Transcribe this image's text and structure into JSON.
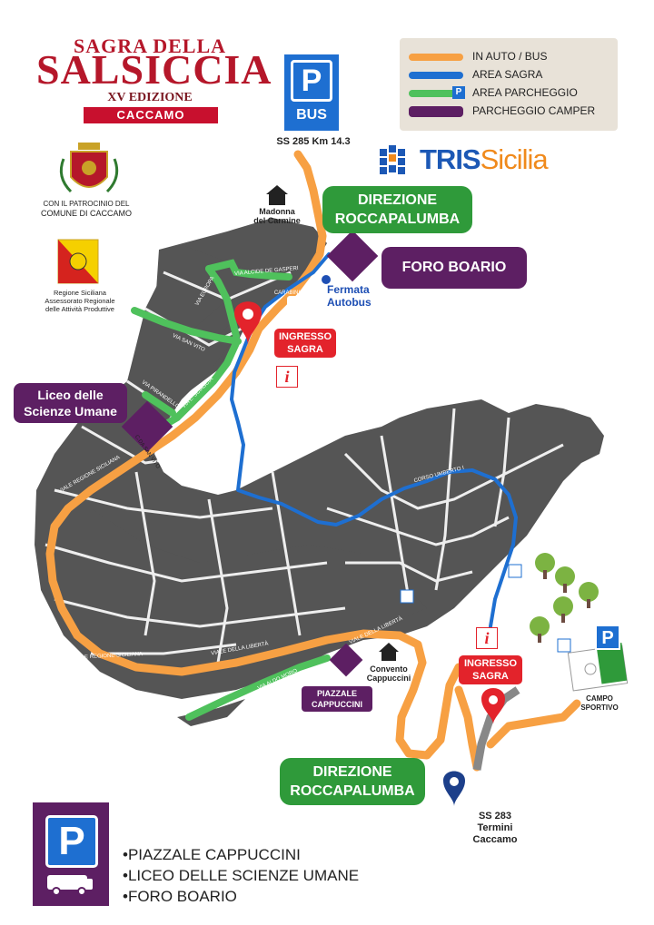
{
  "title": {
    "line1": "SAGRA DELLA",
    "line2": "SALSICCIA",
    "edition": "XV EDIZIONE",
    "town": "CACCAMO"
  },
  "bus_parking": {
    "p": "P",
    "label": "BUS",
    "road": "SS 285 Km 14.3"
  },
  "legend": {
    "items": [
      {
        "label": "IN AUTO / BUS",
        "color": "#f7a043"
      },
      {
        "label": "AREA SAGRA",
        "color": "#1e6fd1"
      },
      {
        "label": "AREA PARCHEGGIO",
        "color": "#4fc15c"
      },
      {
        "label": "PARCHEGGIO CAMPER",
        "color": "#5d1f63"
      }
    ]
  },
  "sponsor": {
    "part1": "TRIS",
    "part2": "Sicilia"
  },
  "patronage": {
    "comune_line1": "CON IL PATROCINIO DEL",
    "comune_line2": "COMUNE DI CACCAMO",
    "regione_line1": "Regione Siciliana",
    "regione_line2": "Assessorato Regionale",
    "regione_line3": "delle Attività Produttive"
  },
  "labels": {
    "direzione_top_1": "DIREZIONE",
    "direzione_top_2": "ROCCAPALUMBA",
    "direzione_bot_1": "DIREZIONE",
    "direzione_bot_2": "ROCCAPALUMBA",
    "foro_boario": "FORO BOARIO",
    "liceo_1": "Liceo delle",
    "liceo_2": "Scienze Umane",
    "piazzale_1": "PIAZZALE",
    "piazzale_2": "CAPPUCCINI",
    "ingresso_1a": "INGRESSO",
    "ingresso_1b": "SAGRA",
    "ingresso_2a": "INGRESSO",
    "ingresso_2b": "SAGRA",
    "madonna_1": "Madonna",
    "madonna_2": "del Carmine",
    "carabinieri": "CARABINIERI",
    "fermata_1": "Fermata",
    "fermata_2": "Autobus",
    "convento_1": "Convento",
    "convento_2": "Cappuccini",
    "campo_1": "CAMPO",
    "campo_2": "SPORTIVO",
    "ss283_1": "SS 283",
    "ss283_2": "Termini",
    "ss283_3": "Caccamo",
    "info": "i"
  },
  "streets": {
    "alcide": "VIA ALCIDE DE GASPERI",
    "europa": "VIA EUROPA",
    "san_vito": "VIA SAN VITO",
    "pirandello": "VIA PIRANDELLO",
    "sciascia": "VIA L. SCIASCIA",
    "san_vito_c": "C.DA SAN VITO",
    "regione_siciliana": "VIALE REGIONE SICILIANA",
    "regione_siciliana_2": "VIALE REGIONE SICILIANA",
    "liberta": "VIALE DELLA LIBERTÀ",
    "liberta_2": "VIALE DELLA LIBERTÀ",
    "aldo_moro": "VIA ALDO MORO",
    "corso_umberto": "CORSO UMBERTO I"
  },
  "bottom": {
    "p": "P",
    "items": [
      "•PIAZZALE CAPPUCCINI",
      "•LICEO DELLE SCIENZE UMANE",
      "•FORO BOARIO"
    ]
  }
}
